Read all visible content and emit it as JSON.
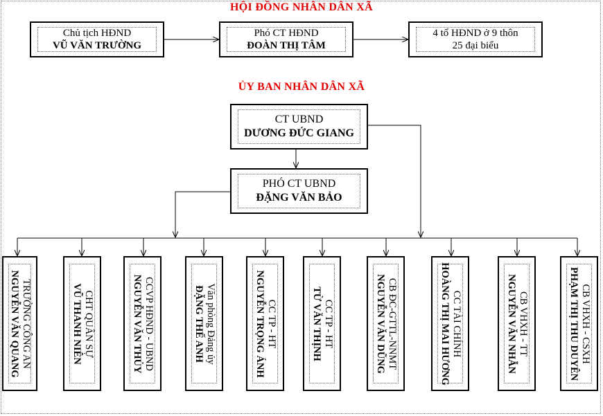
{
  "hdnd": {
    "heading": "HỘI ĐỒNG NHÂN DÂN XÃ",
    "chair": {
      "role": "Chủ tịch HĐND",
      "name": "VŨ VĂN TRƯỜNG"
    },
    "vice_chair": {
      "role": "Phó CT HĐND",
      "name": "ĐOÀN THỊ TÂM"
    },
    "delegates": {
      "line1": "4 tổ HĐND ở 9 thôn",
      "line2": "25 đại biểu"
    }
  },
  "ubnd": {
    "heading": "ỦY BAN NHÂN DÂN XÃ",
    "chair": {
      "role": "CT UBND",
      "name": "DƯƠNG ĐỨC GIANG"
    },
    "vice_chair": {
      "role": "PHÓ CT UBND",
      "name": "ĐẶNG VĂN BẢO"
    }
  },
  "officers": [
    {
      "role": "TRƯỞNG CÔNG AN",
      "name": "NGUYỄN VĂN QUANG"
    },
    {
      "role": "CHT QUÂN SỰ",
      "name": "VŨ THANH NIÊN"
    },
    {
      "role": "CCVP HĐND - UBND",
      "name": "NGUYỄN VĂN THỦY"
    },
    {
      "role": "Văn phòng Đảng ủy",
      "name": "ĐẶNG THẾ ANH"
    },
    {
      "role": "CC TP - HT",
      "name": "NGUYỄN TRỌNG ÁNH"
    },
    {
      "role": "CC TP - HT",
      "name": "TỪ VĂN THỊNH"
    },
    {
      "role": "CB ĐC-GTTL-NNMT",
      "name": "NGUYỄN VĂN DŨNG"
    },
    {
      "role": "CC TÀI CHÍNH",
      "name": "HOÀNG THỊ MAI HƯƠNG"
    },
    {
      "role": "CB VHXH - TT",
      "name": "NGUYỄN VĂN NHẪN"
    },
    {
      "role": "CB VHXH - CSXH",
      "name": "PHẠM THỊ THU DUYÊN"
    }
  ]
}
